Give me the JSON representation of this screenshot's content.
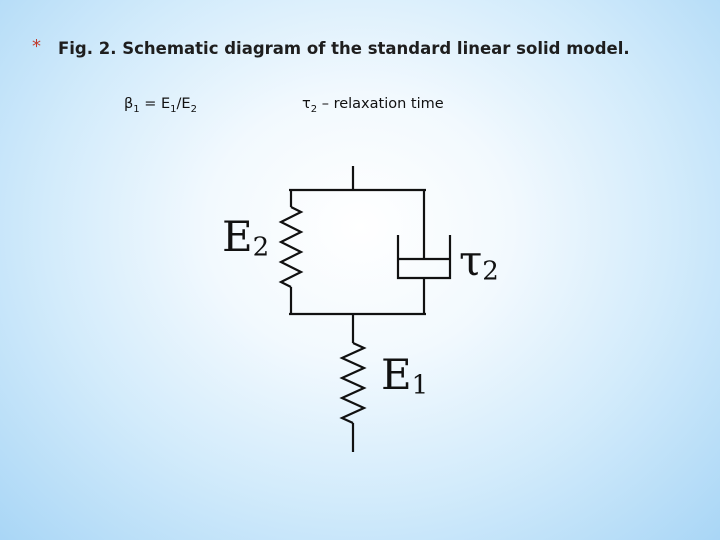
{
  "slide": {
    "bullet": "*",
    "title": "Fig. 2. Schematic diagram of the standard linear solid model."
  },
  "equations": {
    "beta_symbol": "β",
    "beta_sub": "1",
    "beta_mid": " = E",
    "beta_e1_sub": "1",
    "beta_slash": "/E",
    "beta_e2_sub": "2",
    "tau_symbol": "τ",
    "tau_sub": "2",
    "tau_text": " – relaxation time"
  },
  "diagram": {
    "spring_upper": {
      "base": "E",
      "sub": "2"
    },
    "dashpot": {
      "base": "τ",
      "sub": "2"
    },
    "spring_lower": {
      "base": "E",
      "sub": "1"
    },
    "colors": {
      "line": "#111111"
    }
  }
}
